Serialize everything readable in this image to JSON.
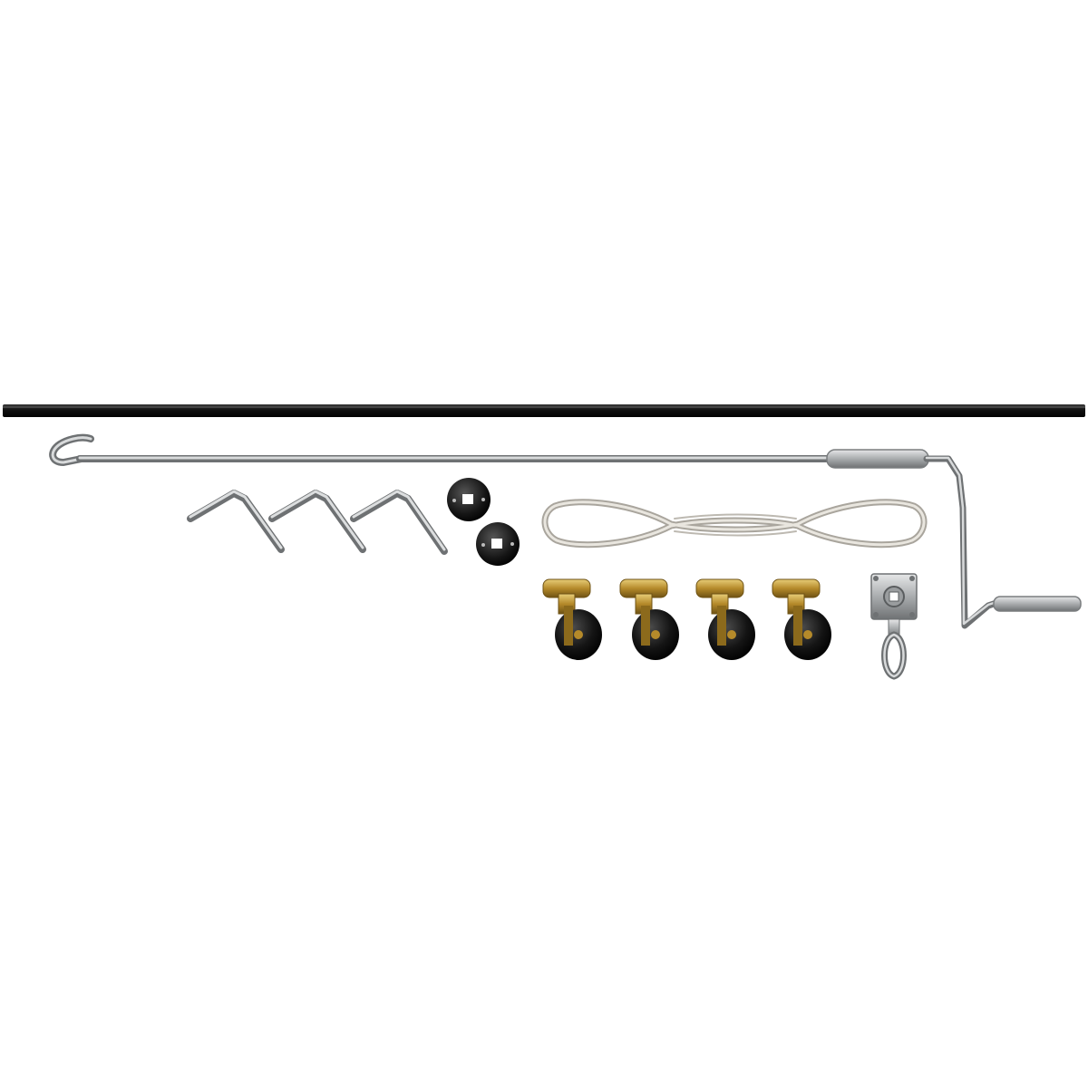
{
  "image": {
    "background": "#ffffff",
    "colors": {
      "rod": "#1a1a1a",
      "metal": "#a7aaac",
      "metal_dark": "#6e7173",
      "metal_light": "#d8dadb",
      "cord": "#d9d6cf",
      "cord_shadow": "#a9a59d",
      "brass": "#b58a2a",
      "brass_light": "#e2c36b",
      "brass_dark": "#6e5214",
      "wheel": "#141414",
      "black_part": "#101010"
    },
    "items": [
      {
        "name": "black-support-rod",
        "count": 1
      },
      {
        "name": "crank-handle",
        "count": 1
      },
      {
        "name": "bent-wire-bracket",
        "count": 3
      },
      {
        "name": "black-round-bushing",
        "count": 2
      },
      {
        "name": "looped-cord",
        "count": 1
      },
      {
        "name": "brass-caster-wheel",
        "count": 4
      },
      {
        "name": "gear-box-with-eyelet",
        "count": 1
      }
    ]
  }
}
